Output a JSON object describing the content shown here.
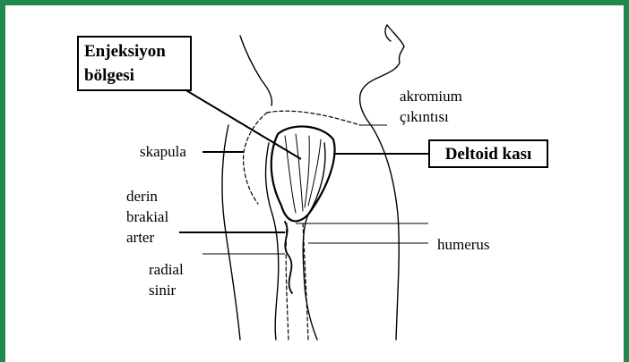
{
  "colors": {
    "frame": "#1f8a4c",
    "ink": "#000000",
    "background": "#ffffff"
  },
  "labels": {
    "injection_site_line1": "Enjeksiyon",
    "injection_site_line2": "bölgesi",
    "deltoid": "Deltoid kası",
    "acromion_line1": "akromium",
    "acromion_line2": "çıkıntısı",
    "scapula": "skapula",
    "deep_brachial_line1": "derin",
    "deep_brachial_line2": "brakial",
    "deep_brachial_line3": "arter",
    "humerus": "humerus",
    "radial_line1": "radial",
    "radial_line2": "sinir"
  }
}
